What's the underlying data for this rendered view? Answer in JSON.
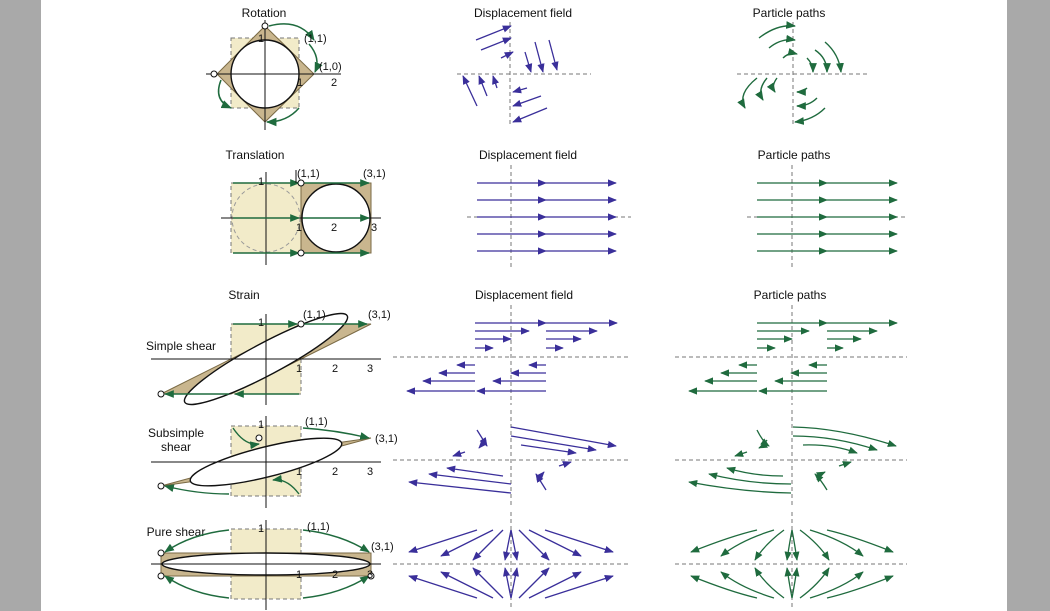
{
  "colors": {
    "background": "#a9a9a9",
    "page": "#ffffff",
    "deformed_fill": "#c9b68e",
    "original_square_fill": "#f2ebc9",
    "arrow_blue": "#3a2f9a",
    "arrow_green": "#1f6b3e",
    "axis": "#111111",
    "dashed": "#777777"
  },
  "rows": [
    {
      "title": "Rotation",
      "side_label": [],
      "points": [
        "(1,1)",
        "(1,0)"
      ],
      "ticks": [
        "1",
        "1",
        "2"
      ],
      "displacement_title": "Displacement field",
      "paths_title": "Particle paths"
    },
    {
      "title": "Translation",
      "side_label": [],
      "points": [
        "(1,1)",
        "(3,1)"
      ],
      "ticks": [
        "1",
        "1",
        "2",
        "3"
      ],
      "displacement_title": "Displacement field",
      "paths_title": "Particle paths"
    },
    {
      "title": "Strain",
      "side_label": [
        "Simple shear"
      ],
      "points": [
        "(1,1)",
        "(3,1)"
      ],
      "ticks": [
        "1",
        "1",
        "2",
        "3"
      ],
      "displacement_title": "Displacement field",
      "paths_title": "Particle paths"
    },
    {
      "title": "",
      "side_label": [
        "Subsimple",
        "shear"
      ],
      "points": [
        "(1,1)",
        "(3,1)"
      ],
      "ticks": [
        "1",
        "1",
        "2",
        "3"
      ],
      "displacement_title": "",
      "paths_title": ""
    },
    {
      "title": "",
      "side_label": [
        "Pure shear"
      ],
      "points": [
        "(1,1)",
        "(3,1)"
      ],
      "ticks": [
        "1",
        "1",
        "2",
        "3"
      ],
      "displacement_title": "",
      "paths_title": ""
    }
  ]
}
